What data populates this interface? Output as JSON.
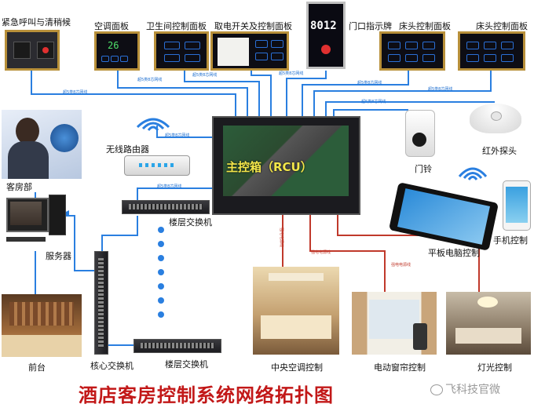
{
  "title": "酒店客房控制系统网络拓扑图",
  "watermark": "飞科技官微",
  "main_box_label": "主控箱（RCU）",
  "room_number": "8012",
  "thermostat_display": "26",
  "devices": {
    "emergency": "紧急呼叫与清稍候",
    "aircon_panel": "空调面板",
    "bathroom_panel": "卫生间控制面板",
    "power_switch_panel": "取电开关及控制面板",
    "door_sign": "门口指示牌",
    "bedside_panel_1": "床头控制面板",
    "bedside_panel_2": "床头控制面板",
    "router": "无线路由器",
    "guest_dept": "客房部",
    "server": "服务器",
    "floor_switch_1": "楼层交换机",
    "core_switch": "核心交换机",
    "floor_switch_2": "楼层交换机",
    "front_desk": "前台",
    "doorbell": "门铃",
    "ir_sensor": "红外探头",
    "tablet": "平板电脑控制",
    "phone": "手机控制",
    "central_ac": "中央空调控制",
    "curtain": "电动窗帘控制",
    "lighting": "灯光控制"
  },
  "cable_label": "超5类8芯网线",
  "power_label": "强电电源线",
  "colors": {
    "network": "#2a7fe0",
    "power": "#c0392b",
    "title": "#c21818",
    "frame": "#b8903a"
  }
}
